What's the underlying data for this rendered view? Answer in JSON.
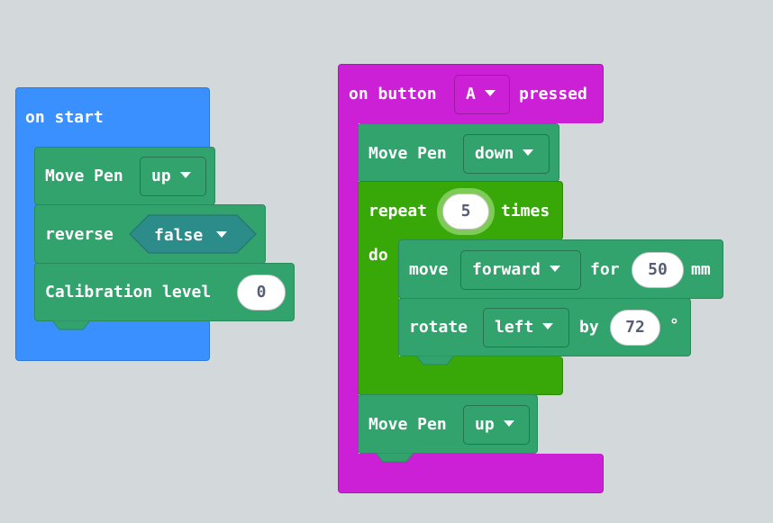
{
  "on_start": {
    "hat_label": "on start",
    "move_pen": {
      "label": "Move Pen",
      "value": "up"
    },
    "reverse": {
      "label": "reverse",
      "value": "false"
    },
    "calibration": {
      "label": "Calibration level",
      "value": "0"
    }
  },
  "on_button": {
    "hat_prefix": "on button",
    "button_value": "A",
    "hat_suffix": "pressed",
    "move_pen_1": {
      "label": "Move Pen",
      "value": "down"
    },
    "repeat": {
      "label": "repeat",
      "count": "5",
      "suffix": "times",
      "do_label": "do"
    },
    "move": {
      "label": "move",
      "direction": "forward",
      "for_label": "for",
      "distance": "50",
      "unit": "mm"
    },
    "rotate": {
      "label": "rotate",
      "direction": "left",
      "by_label": "by",
      "angle": "72",
      "unit": "°"
    },
    "move_pen_2": {
      "label": "Move Pen",
      "value": "up"
    }
  },
  "colors": {
    "workspace": "#ecf0f1",
    "events_blue": "#3b90ff",
    "events_magenta": "#cb20d6",
    "pen_green": "#33a36d",
    "loop_green": "#38a808",
    "logic_teal": "#2b8c8a"
  },
  "icons": {
    "dropdown": "triangle-down"
  }
}
